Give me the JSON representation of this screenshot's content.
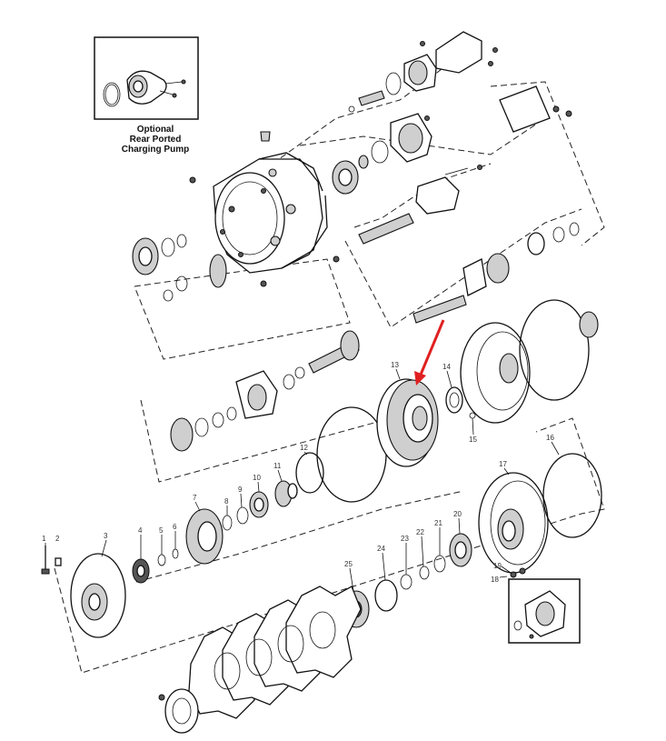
{
  "inset_caption": {
    "line1": "Optional",
    "line2": "Rear Ported",
    "line3": "Charging Pump"
  },
  "callouts": {
    "n1": "1",
    "n2": "2",
    "n3": "3",
    "n4": "4",
    "n5": "5",
    "n6": "6",
    "n7": "7",
    "n8": "8",
    "n9": "9",
    "n10": "10",
    "n11": "11",
    "n12": "12",
    "n13": "13",
    "n14": "14",
    "n15": "15",
    "n16": "16",
    "n17": "17",
    "n18": "18",
    "n19": "19",
    "n20": "20",
    "n21": "21",
    "n22": "22",
    "n23": "23",
    "n24": "24",
    "n25": "25"
  },
  "colors": {
    "arrow": "#e02020",
    "line": "#111111"
  },
  "highlighted_part": "13"
}
